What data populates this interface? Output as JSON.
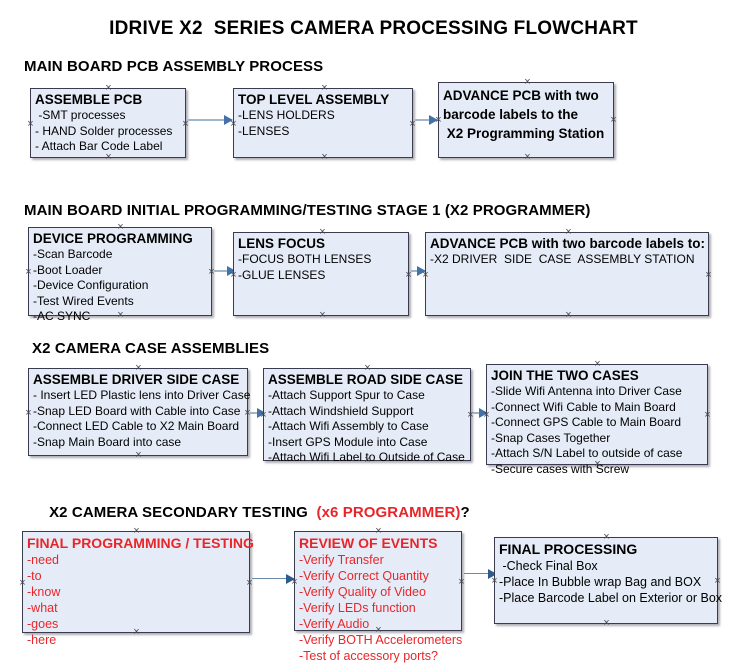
{
  "document": {
    "title": "IDRIVE X2  SERIES CAMERA PROCESSING FLOWCHART"
  },
  "colors": {
    "box_fill": "#e6ecf7",
    "box_border": "#3b3b4f",
    "accent_red": "#e8262a",
    "connector": "#9fb6cd",
    "arrow_head": "#4472a8",
    "text": "#000000"
  },
  "sections": [
    {
      "heading": "MAIN BOARD PCB ASSEMBLY PROCESS",
      "heading_red": "",
      "heading_tail": "",
      "nodes": [
        {
          "title": "ASSEMBLE PCB",
          "lines": [
            " -SMT processes",
            "- HAND Solder processes",
            "- Attach Bar Code Label"
          ]
        },
        {
          "title": "TOP LEVEL ASSEMBLY",
          "lines": [
            "-LENS HOLDERS",
            "-LENSES"
          ]
        },
        {
          "title_lines": [
            "ADVANCE PCB with two",
            "barcode labels to the",
            " X2 Programming Station"
          ],
          "lines": []
        }
      ]
    },
    {
      "heading": "MAIN BOARD INITIAL PROGRAMMING/TESTING STAGE 1 (X2 PROGRAMMER)",
      "nodes": [
        {
          "title": "DEVICE PROGRAMMING",
          "lines": [
            "-Scan Barcode",
            "-Boot Loader",
            "-Device Configuration",
            "-Test Wired Events",
            "-AC SYNC"
          ]
        },
        {
          "title": "LENS FOCUS",
          "lines": [
            "-FOCUS BOTH LENSES",
            "-GLUE LENSES"
          ]
        },
        {
          "title": "ADVANCE PCB with two barcode labels to:",
          "lines": [
            "-X2 DRIVER  SIDE  CASE  ASSEMBLY STATION"
          ]
        }
      ]
    },
    {
      "heading": "X2 CAMERA CASE ASSEMBLIES",
      "nodes": [
        {
          "title": "ASSEMBLE DRIVER SIDE CASE",
          "lines": [
            "- Insert LED Plastic lens into Driver Case",
            "-Snap LED Board with Cable into Case",
            "-Connect LED Cable to X2 Main Board",
            "-Snap Main Board into case"
          ]
        },
        {
          "title": "ASSEMBLE ROAD SIDE CASE",
          "lines": [
            "-Attach Support Spur to Case",
            "-Attach Windshield Support",
            "-Attach Wifi Assembly to Case",
            "-Insert GPS Module into Case",
            "-Attach Wifi Label to Outside of Case"
          ]
        },
        {
          "title": "JOIN THE TWO CASES",
          "lines": [
            "-Slide Wifi Antenna into Driver Case",
            "-Connect Wifi Cable to Main Board",
            "-Connect GPS Cable to Main Board",
            "-Snap Cases Together",
            "-Attach S/N Label to outside of case",
            "-Secure cases with Screw"
          ]
        }
      ]
    },
    {
      "heading": "X2 CAMERA SECONDARY TESTING  ",
      "heading_red": "(x6 PROGRAMMER)",
      "heading_tail": "?",
      "nodes": [
        {
          "title": "FINAL PROGRAMMING / TESTING",
          "lines": [
            "-need",
            "-to",
            "-know",
            "-what",
            "-goes",
            "-here"
          ]
        },
        {
          "title": "REVIEW OF EVENTS",
          "lines": [
            "-Verify Transfer",
            "-Verify Correct Quantity",
            "-Verify Quality of Video",
            "-Verify LEDs function",
            "-Verify Audio",
            "-Verify BOTH Accelerometers",
            "-Test of accessory ports?"
          ]
        },
        {
          "title": "FINAL PROCESSING",
          "lines": [
            " -Check Final Box",
            "-Place In Bubble wrap Bag and BOX",
            "-Place Barcode Label on Exterior or Box"
          ]
        }
      ]
    }
  ]
}
